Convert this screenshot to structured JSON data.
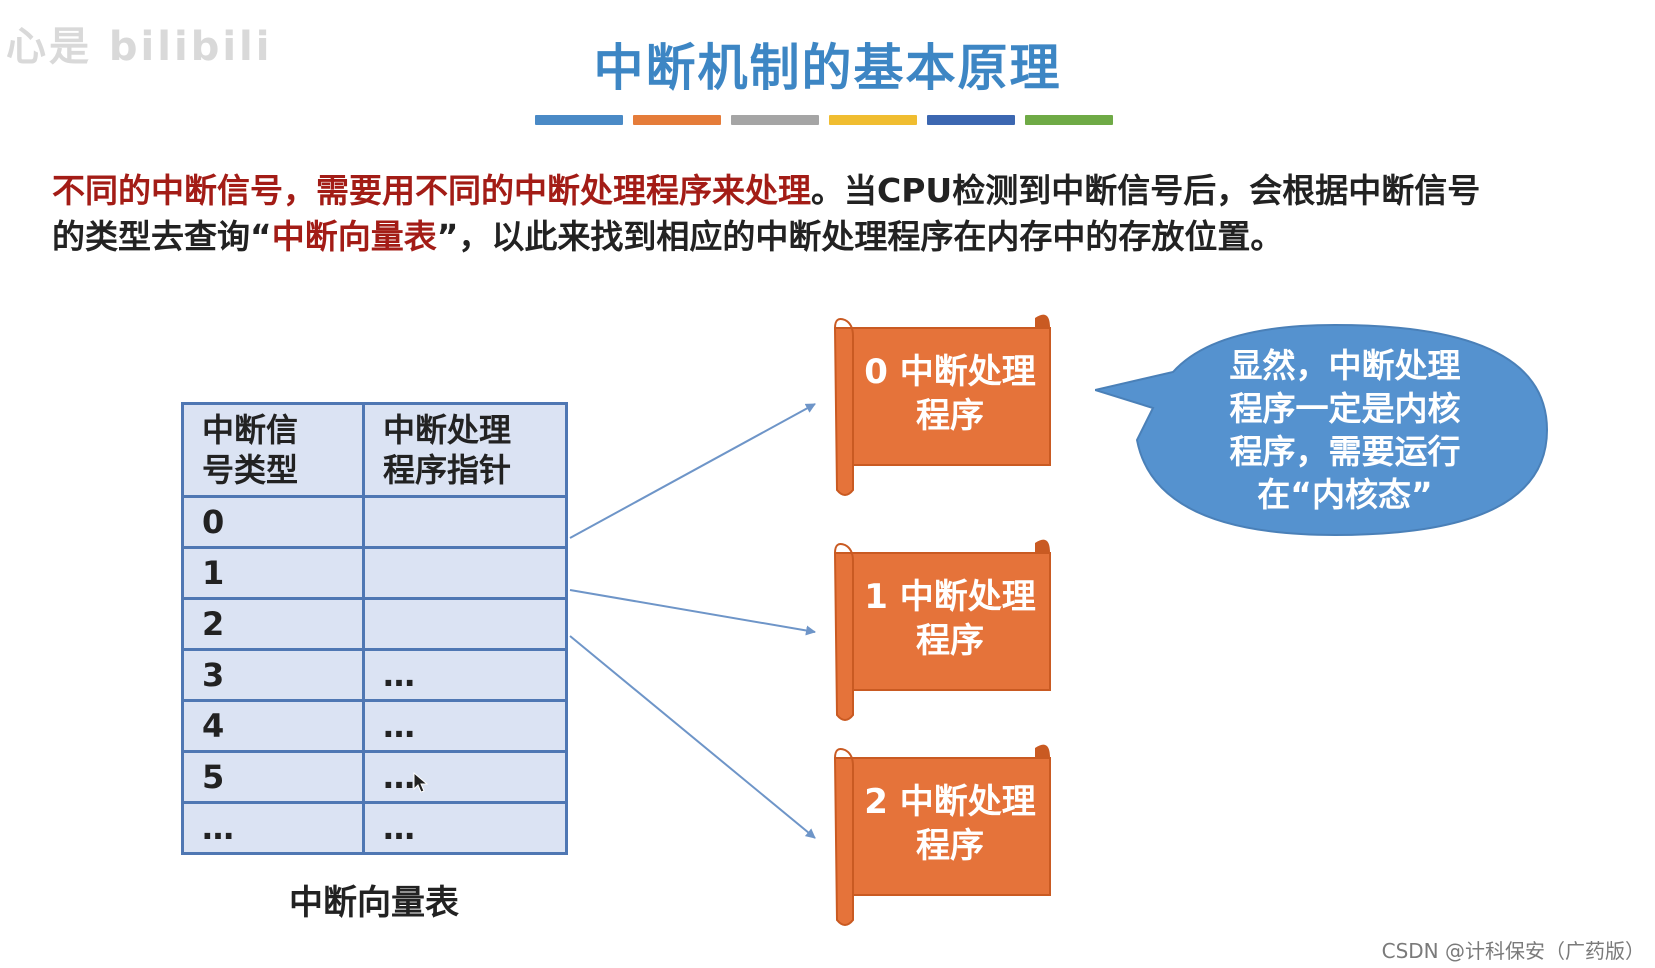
{
  "slide": {
    "title": "中断机制的基本原理",
    "title_bar_colors": [
      "#4a8ac6",
      "#e57c3a",
      "#a5a5a5",
      "#f0bd30",
      "#3c67b1",
      "#6faa46"
    ],
    "intro": {
      "line1_red": "不同的中断信号，需要用不同的中断处理程序来处理",
      "line1_black": "。当CPU检测到中断信号后，会根据中断信号",
      "line2_black_a": "的类型去查询“",
      "line2_red": "中断向量表",
      "line2_black_b": "”，以此来找到相应的中断处理程序在内存中的存放位置。"
    },
    "colors": {
      "accent_red": "#a31c16",
      "title_blue": "#3d86c4",
      "table_border": "#4f77b3",
      "table_fill": "#dbe3f3",
      "scroll_fill": "#e5733a",
      "bubble_fill": "#5592cf",
      "arrow": "#6e95c8"
    }
  },
  "vector_table": {
    "header": {
      "col1_line1": "中断信",
      "col1_line2": "号类型",
      "col2_line1": "中断处理",
      "col2_line2": "程序指针"
    },
    "rows": [
      {
        "type": "0",
        "pointer": ""
      },
      {
        "type": "1",
        "pointer": ""
      },
      {
        "type": "2",
        "pointer": ""
      },
      {
        "type": "3",
        "pointer": "…"
      },
      {
        "type": "4",
        "pointer": "…"
      },
      {
        "type": "5",
        "pointer": "…"
      },
      {
        "type": "…",
        "pointer": "…"
      }
    ],
    "caption": "中断向量表"
  },
  "handlers": [
    {
      "line1": "0 中断处理",
      "line2": "程序"
    },
    {
      "line1": "1 中断处理",
      "line2": "程序"
    },
    {
      "line1": "2 中断处理",
      "line2": "程序"
    }
  ],
  "callout": {
    "line1": "显然，中断处理",
    "line2": "程序一定是内核",
    "line3": "程序，需要运行",
    "line4": "在“内核态”"
  },
  "watermark": {
    "logo_text": "心是 bilibili",
    "credit": "CSDN @计科保安（广药版）"
  },
  "icons": {
    "cursor": "mouse-pointer-icon"
  }
}
